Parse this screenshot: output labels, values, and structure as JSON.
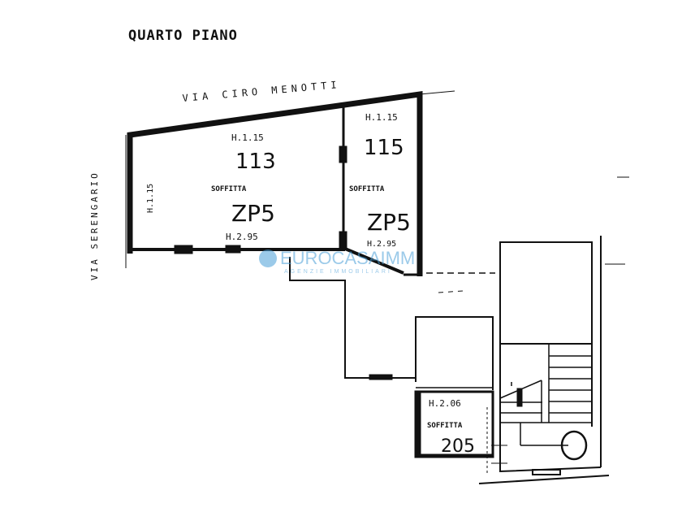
{
  "title": "QUARTO PIANO",
  "streets": {
    "top": "VIA CIRO MENOTTI",
    "left": "VIA SERENGARIO"
  },
  "rooms": [
    {
      "height_top": "H.1.15",
      "number": "113",
      "type": "SOFFITTA",
      "code": "ZP5",
      "height_bottom": "H.2.95",
      "height_side": "H.1.15"
    },
    {
      "height_top": "H.1.15",
      "number": "115",
      "type": "SOFFITTA",
      "code": "ZP5",
      "height_bottom": "H.2.95"
    },
    {
      "height_top": "H.2.06",
      "type": "SOFFITTA",
      "number": "205"
    }
  ],
  "watermark": {
    "brand": "EUROCASAIMM",
    "subtitle": "AGENZIE IMMOBILIARI",
    "color": "#4a9fd8"
  }
}
